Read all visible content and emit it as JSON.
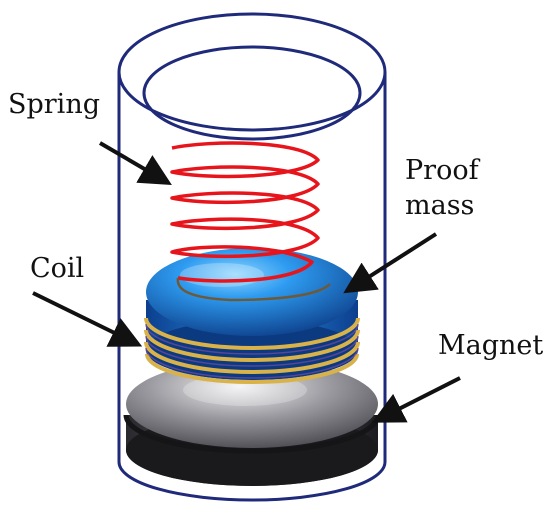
{
  "labels": {
    "spring": "Spring",
    "proof_mass_line1": "Proof",
    "proof_mass_line2": "mass",
    "coil": "Coil",
    "magnet": "Magnet"
  },
  "colors": {
    "tube_outline": "#1f2a7a",
    "spring": "#e8141c",
    "proof_mass": "#1e7fe0",
    "coil": "#d9b24a",
    "magnet": "#6e6e72",
    "arrow": "#111111"
  }
}
